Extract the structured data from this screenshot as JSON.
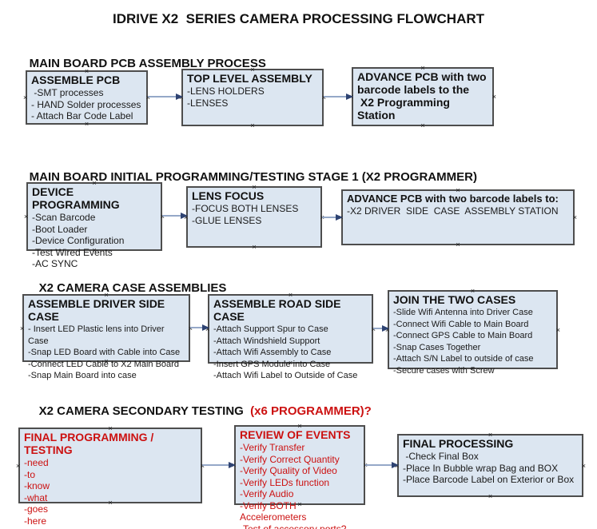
{
  "title": "IDRIVE X2  SERIES CAMERA PROCESSING FLOWCHART",
  "colors": {
    "box_fill": "#dce6f1",
    "box_border": "#4d4d4d",
    "connector_line": "#95a8c8",
    "connector_arrowhead": "#2e4372",
    "red_text": "#cc1111"
  },
  "sections": [
    {
      "heading": "MAIN BOARD PCB ASSEMBLY PROCESS",
      "boxes": [
        {
          "title": "ASSEMBLE PCB",
          "items": [
            " -SMT processes",
            "- HAND Solder processes",
            "- Attach Bar Code Label"
          ]
        },
        {
          "title": "TOP LEVEL ASSEMBLY",
          "items": [
            "-LENS HOLDERS",
            "-LENSES"
          ]
        },
        {
          "title": "ADVANCE PCB with two barcode labels to the\n X2 Programming Station",
          "items": []
        }
      ]
    },
    {
      "heading": "MAIN BOARD INITIAL PROGRAMMING/TESTING STAGE 1 (X2 PROGRAMMER)",
      "boxes": [
        {
          "title": "DEVICE PROGRAMMING",
          "items": [
            "-Scan Barcode",
            "-Boot Loader",
            "-Device Configuration",
            "-Test Wired Events",
            "-AC SYNC"
          ]
        },
        {
          "title": "LENS FOCUS",
          "items": [
            "-FOCUS BOTH LENSES",
            "-GLUE LENSES"
          ]
        },
        {
          "title": "ADVANCE PCB with two barcode labels to:",
          "items": [
            "-X2 DRIVER  SIDE  CASE  ASSEMBLY STATION"
          ]
        }
      ]
    },
    {
      "heading": "X2 CAMERA CASE ASSEMBLIES",
      "boxes": [
        {
          "title": "ASSEMBLE DRIVER SIDE CASE",
          "items": [
            "- Insert LED Plastic lens into Driver Case",
            "-Snap LED Board with Cable into Case",
            "-Connect LED Cable to X2 Main Board",
            "-Snap Main Board into case"
          ]
        },
        {
          "title": "ASSEMBLE ROAD SIDE CASE",
          "items": [
            "-Attach Support Spur to Case",
            "-Attach Windshield Support",
            "-Attach Wifi Assembly to Case",
            "-Insert GPS Module into Case",
            "-Attach Wifi Label to Outside of Case"
          ]
        },
        {
          "title": "JOIN THE TWO CASES",
          "items": [
            "-Slide Wifi Antenna into Driver Case",
            "-Connect Wifi Cable to Main Board",
            "-Connect GPS Cable to Main Board",
            "-Snap Cases Together",
            "-Attach S/N Label to outside of case",
            "-Secure cases with Screw"
          ]
        }
      ]
    },
    {
      "heading": "X2 CAMERA SECONDARY TESTING ",
      "heading_suffix": " (x6 PROGRAMMER)?",
      "boxes": [
        {
          "title": "FINAL PROGRAMMING / TESTING",
          "items": [
            "-need",
            "-to",
            "-know",
            "-what",
            "-goes",
            "-here"
          ]
        },
        {
          "title": "REVIEW OF EVENTS",
          "items": [
            "-Verify Transfer",
            "-Verify Correct Quantity",
            "-Verify Quality of Video",
            "-Verify LEDs function",
            "-Verify Audio",
            "-Verify BOTH Accelerometers",
            "-Test of accessory ports?"
          ]
        },
        {
          "title": "FINAL PROCESSING",
          "items": [
            " -Check Final Box",
            "-Place In Bubble wrap Bag and BOX",
            "-Place Barcode Label on Exterior or Box"
          ]
        }
      ]
    }
  ]
}
